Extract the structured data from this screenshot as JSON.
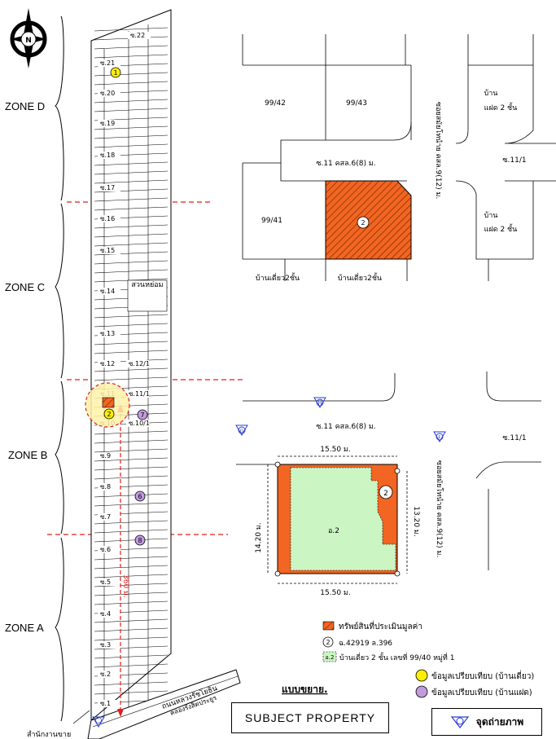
{
  "north": {
    "letter": "N"
  },
  "zones": {
    "d": "ZONE D",
    "c": "ZONE C",
    "b": "ZONE B",
    "a": "ZONE A"
  },
  "sois": [
    "ซ.22",
    "ซ.21",
    "ซ.20",
    "ซ.19",
    "ซ.18",
    "ซ.17",
    "ซ.16",
    "ซ.15",
    "ซ.14",
    "ซ.13",
    "ซ.12",
    "ซ.12/1",
    "ซ.11",
    "ซ.11/1",
    "ซ.10",
    "ซ.10/1",
    "ซ.9",
    "ซ.8",
    "ซ.7",
    "ซ.6",
    "ซ.5",
    "ซ.4",
    "ซ.3",
    "ซ.2",
    "ซ.1"
  ],
  "park_label": "สวนหย่อม",
  "distance_label": "360 ม.",
  "main_road_label": "ถนนหลวงรัชโยธิน",
  "canal_label": "คลองรังสิตประยูร",
  "office_label": "สำนักงานขาย",
  "markers": {
    "m1": "1",
    "m2": "2",
    "m6": "6",
    "m7": "7",
    "m8": "8",
    "view": "G"
  },
  "detail_top": {
    "lot_99_42": "99/42",
    "lot_99_43": "99/43",
    "lot_99_41": "99/41",
    "road_label": "ซ.11 คสล.6(8) ม.",
    "soi_11_1": "ซ.11/1",
    "side_road": "ซอยสมัยโทนำย คสล.9(12) ม.",
    "house_top": "บ้าน",
    "house_top_sub": "แฝด 2 ชั้น",
    "house_bottom": "บ้าน",
    "house_bottom_sub": "แฝด 2 ชั้น",
    "single_left": "บ้านเดี่ยว2ชั้น",
    "single_right": "บ้านเดี่ยว2ชั้น",
    "marker": "2"
  },
  "detail_bottom": {
    "view_h": "H",
    "view_g": "G",
    "view_f": "F",
    "road_label": "ซ.11 คสล.6(8) ม.",
    "soi_11_1": "ซ.11/1",
    "side_road": "ซอยสมัยโทนำย คสล.9(12) ม.",
    "dim_top": "15.50 ม.",
    "dim_bottom": "15.50 ม.",
    "dim_left": "14.20 ม.",
    "dim_right": "13.20 ม.",
    "building": "อ.2",
    "marker": "2"
  },
  "legend": {
    "subject": "ทรัพย์สินที่ประเมินมูลค่า",
    "deed_marker": "2",
    "deed": "ฉ.42919 ล.396",
    "building_tag": "อ.2",
    "building": "บ้านเดี่ยว 2 ชั้น เลขที่ 99/40 หมู่ที่ 1",
    "comp_single": "ข้อมูลเปรียบเทียบ (บ้านเดี่ยว)",
    "comp_twin": "ข้อมูลเปรียบเทียบ (บ้านแฝด)"
  },
  "expanded_title": "แบบขยาย.",
  "subject_box": "SUBJECT  PROPERTY",
  "view_box": "จุดถ่ายภาพ",
  "colors": {
    "subject": "#f26522",
    "building": "#ccf5c4",
    "comp_single": "#ffef00",
    "comp_twin": "#c29bdf",
    "highlight": "#fff2a8",
    "zone_line": "#e21d1d",
    "view_icon": "#2a3dd6"
  }
}
